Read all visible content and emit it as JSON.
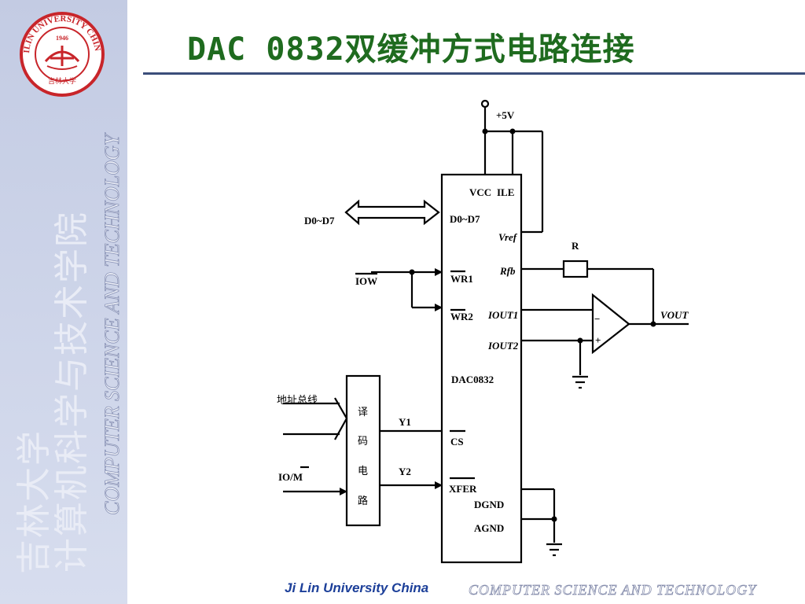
{
  "slide": {
    "title": "DAC 0832双缓冲方式电路连接",
    "footer_left": "Ji Lin University China",
    "footer_right": "COMPUTER  SCIENCE  AND  TECHNOLOGY"
  },
  "sidebar": {
    "school_cn_line1": "吉林大学",
    "school_cn_line2": "计算机科学与技术学院",
    "school_en": "COMPUTER SCIENCE AND TECHNOLOGY",
    "logo_text": "JILIN UNIVERSITY CHINA",
    "logo_year": "1946",
    "logo_seal": "吉林大学"
  },
  "diagram": {
    "supply": "+5V",
    "data_bus": "D0~D7",
    "chip_name": "DAC0832",
    "pins": {
      "vcc": "VCC",
      "ile": "ILE",
      "data": "D0~D7",
      "vref": "Vref",
      "rfb": "Rfb",
      "wr1": "WR1",
      "wr2": "WR2",
      "iout1": "IOUT1",
      "iout2": "IOUT2",
      "cs": "CS",
      "xfer": "XFER",
      "dgnd": "DGND",
      "agnd": "AGND"
    },
    "iow": "IOW",
    "resistor": "R",
    "vout": "VOUT",
    "addr_bus": "地址总线",
    "iom": "IO/M",
    "decoder": [
      "译",
      "码",
      "电",
      "路"
    ],
    "y1": "Y1",
    "y2": "Y2",
    "opamp_minus": "−",
    "opamp_plus": "+"
  }
}
